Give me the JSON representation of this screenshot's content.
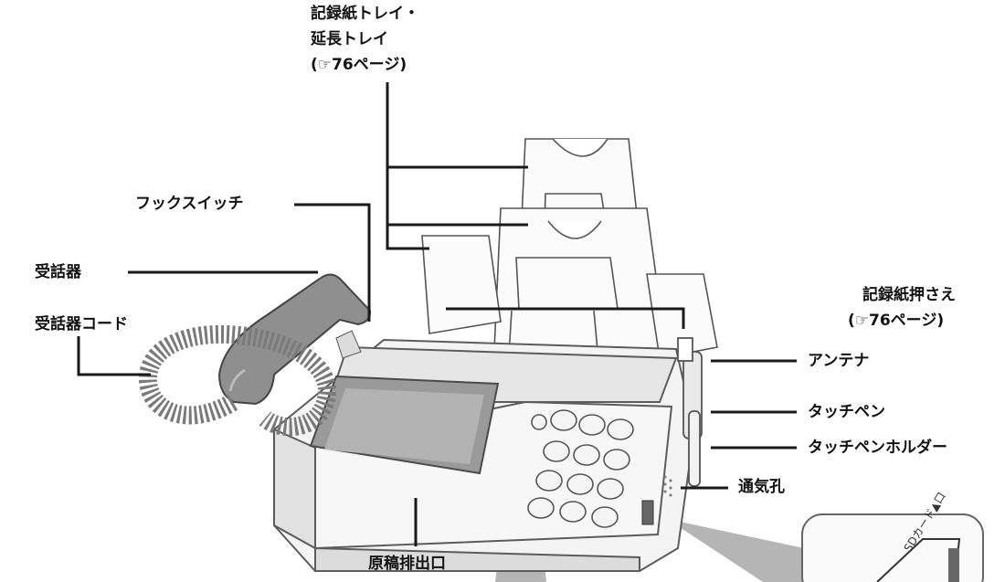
{
  "labels": {
    "paper_tray_line1": "記録紙トレイ・",
    "paper_tray_line2": "延長トレイ",
    "paper_tray_ref": "(☞76ページ)",
    "hook_switch": "フックスイッチ",
    "handset": "受話器",
    "handset_cord": "受話器コード",
    "paper_guide": "記録紙押さえ",
    "paper_guide_ref": "(☞76ページ)",
    "antenna": "アンテナ",
    "touch_pen": "タッチペン",
    "touch_pen_holder": "タッチペンホルダー",
    "vent": "通気孔",
    "document_exit": "原稿排出口",
    "sd_slot": "SDカード▲口"
  },
  "colors": {
    "line": "#1a1a1a",
    "device_body": "#f2f2f2",
    "device_edge": "#666666",
    "screen": "#9a9a9a",
    "handset": "#8c8c8c",
    "callout_gray": "#aaaaaa"
  }
}
